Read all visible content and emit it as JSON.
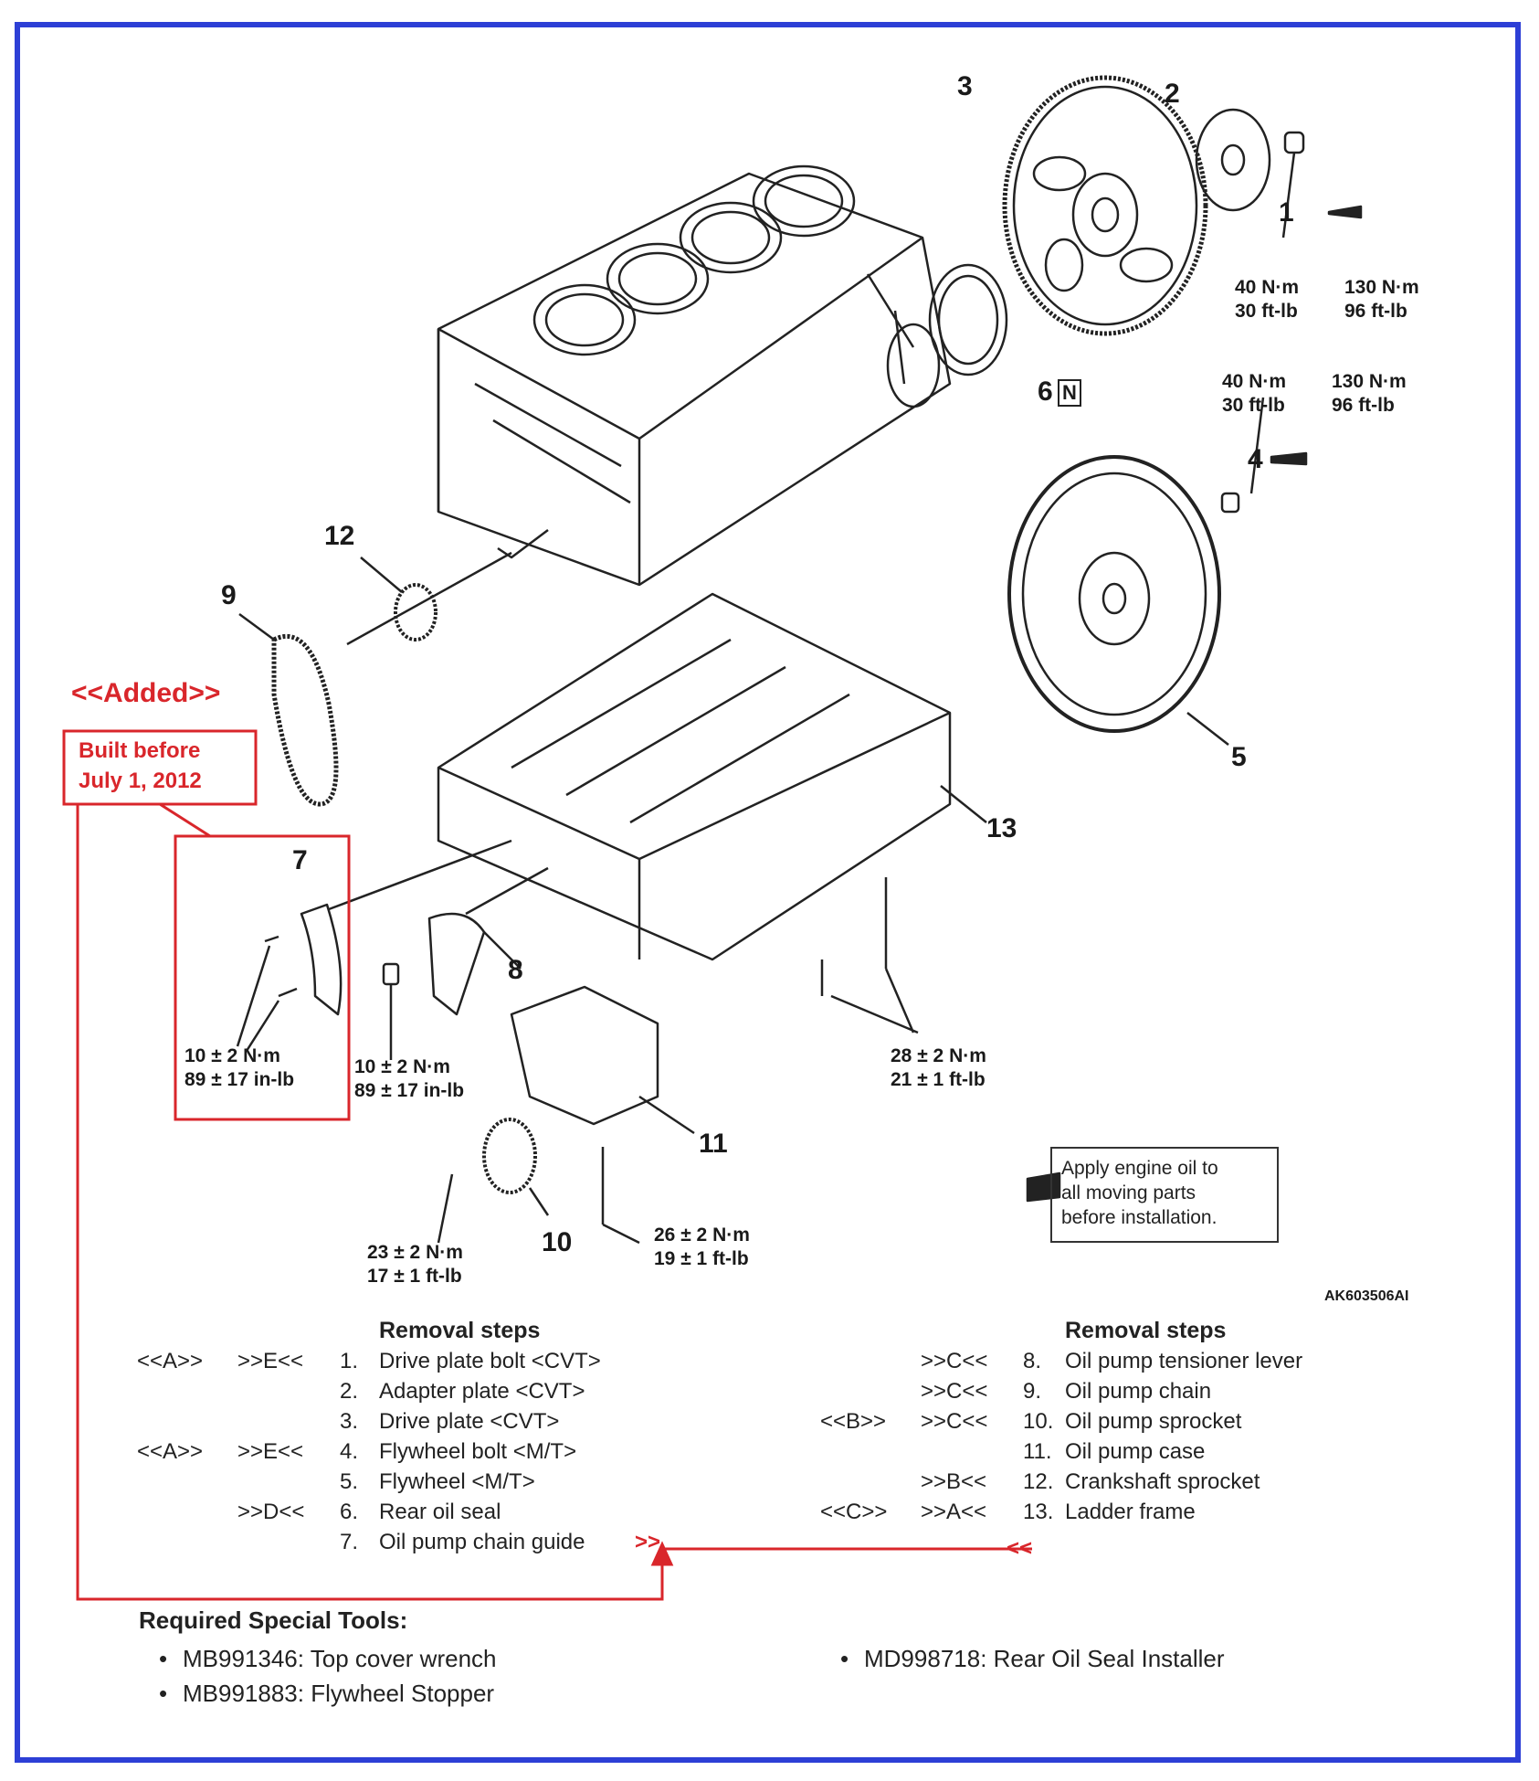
{
  "diagram": {
    "part_numbers": {
      "p1": "1",
      "p2": "2",
      "p3": "3",
      "p4": "4",
      "p5": "5",
      "p6": "6",
      "p7": "7",
      "p8": "8",
      "p9": "9",
      "p10": "10",
      "p11": "11",
      "p12": "12",
      "p13": "13"
    },
    "torques": {
      "t1a_1": "40 N·m",
      "t1a_2": "30 ft-lb",
      "t1b_1": "130 N·m",
      "t1b_2": "96 ft-lb",
      "t4a_1": "40 N·m",
      "t4a_2": "30 ft-lb",
      "t4b_1": "130 N·m",
      "t4b_2": "96 ft-lb",
      "t7_1": "10 ± 2 N·m",
      "t7_2": "89 ± 17 in-lb",
      "t8_1": "10 ± 2 N·m",
      "t8_2": "89 ± 17 in-lb",
      "t28_1": "28 ± 2 N·m",
      "t28_2": "21 ± 1 ft-lb",
      "t26_1": "26 ± 2 N·m",
      "t26_2": "19 ± 1 ft-lb",
      "t23_1": "23 ± 2 N·m",
      "t23_2": "17 ± 1 ft-lb"
    },
    "oil_note": [
      "Apply engine oil to",
      "all moving parts",
      "before installation."
    ],
    "figure_code": "AK603506AI",
    "seal_marker": "N",
    "added_label": "<<Added>>",
    "built_before": [
      "Built  before",
      "July 1, 2012"
    ]
  },
  "removal_left": {
    "title": "Removal steps",
    "rows": [
      {
        "a": "<<A>>",
        "b": ">>E<<",
        "n": "1.",
        "t": "Drive plate bolt <CVT>"
      },
      {
        "a": "",
        "b": "",
        "n": "2.",
        "t": "Adapter plate <CVT>"
      },
      {
        "a": "",
        "b": "",
        "n": "3.",
        "t": "Drive plate <CVT>"
      },
      {
        "a": "<<A>>",
        "b": ">>E<<",
        "n": "4.",
        "t": "Flywheel bolt <M/T>"
      },
      {
        "a": "",
        "b": "",
        "n": "5.",
        "t": "Flywheel <M/T>"
      },
      {
        "a": "",
        "b": ">>D<<",
        "n": "6.",
        "t": "Rear oil seal"
      },
      {
        "a": "",
        "b": "",
        "n": "7.",
        "t": "Oil pump chain guide"
      }
    ],
    "row7_markers": ">>"
  },
  "removal_right": {
    "title": "Removal steps",
    "rows": [
      {
        "a": "",
        "b": ">>C<<",
        "n": "8.",
        "t": "Oil pump tensioner lever"
      },
      {
        "a": "",
        "b": ">>C<<",
        "n": "9.",
        "t": "Oil pump chain"
      },
      {
        "a": "<<B>>",
        "b": ">>C<<",
        "n": "10.",
        "t": "Oil pump sprocket"
      },
      {
        "a": "",
        "b": "",
        "n": "11.",
        "t": "Oil pump case"
      },
      {
        "a": "",
        "b": ">>B<<",
        "n": "12.",
        "t": "Crankshaft sprocket"
      },
      {
        "a": "<<C>>",
        "b": ">>A<<",
        "n": "13.",
        "t": "Ladder frame"
      }
    ],
    "row_markers": "<<"
  },
  "tools": {
    "title": "Required Special Tools:",
    "items": [
      "MB991346: Top cover wrench",
      "MB991883: Flywheel Stopper",
      "MD998718: Rear Oil Seal Installer"
    ]
  },
  "colors": {
    "frame": "#2d3fd6",
    "annotation_red": "#d9262b"
  }
}
